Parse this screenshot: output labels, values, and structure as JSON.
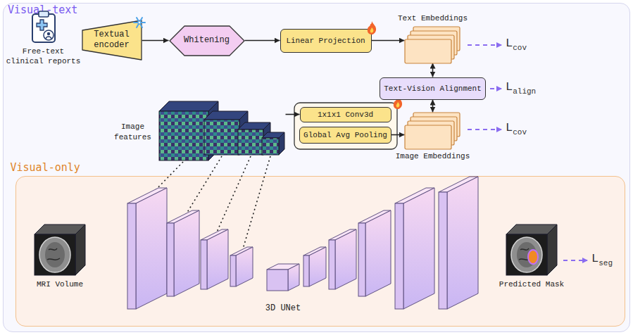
{
  "diagram": {
    "nodes": [
      {
        "text": [
          "Visual-text"
        ]
      },
      {
        "text": [
          "Free-text clinical reports"
        ],
        "in": 0
      },
      {
        "text": [
          "Textual encoder"
        ],
        "in": 0
      },
      {
        "text": [
          "Whitening"
        ],
        "in": 0
      },
      {
        "text": [
          "Linear Projection"
        ],
        "in": 0
      },
      {
        "text": [
          "Text Embeddings"
        ],
        "in": 0
      },
      {
        "text": [
          "Text-Vision Alignment"
        ],
        "in": 0
      },
      {
        "text": [
          "Image features"
        ],
        "in": 0
      },
      {
        "text": [
          "1x1x1 Conv3d"
        ],
        "in": 0
      },
      {
        "text": [
          "Global Avg Pooling"
        ],
        "in": 0
      },
      {
        "text": [
          "Image Embeddings"
        ],
        "in": 0
      },
      {
        "text": [
          "Visual-only"
        ],
        "in": 0
      },
      {
        "text": [
          "MRI Volume"
        ],
        "in": 11
      },
      {
        "text": [
          "3D UNet"
        ],
        "in": 11
      },
      {
        "text": [
          "Predicted Mask"
        ],
        "in": 11
      }
    ],
    "edges": [
      {
        "from": 2,
        "to": 3,
        "arrow": "to"
      },
      {
        "from": 3,
        "to": 4,
        "arrow": "to"
      },
      {
        "from": 4,
        "to": 5,
        "arrow": "to"
      },
      {
        "from": 5,
        "to": 6,
        "arrow": "both"
      },
      {
        "from": 6,
        "to": 10,
        "arrow": "both"
      },
      {
        "from": 7,
        "to": 8,
        "arrow": "to"
      },
      {
        "from": 9,
        "to": 10,
        "arrow": "to"
      }
    ],
    "labels": [
      "L",
      "cov",
      "L",
      "align",
      "L",
      "cov",
      "L",
      "seg"
    ]
  }
}
